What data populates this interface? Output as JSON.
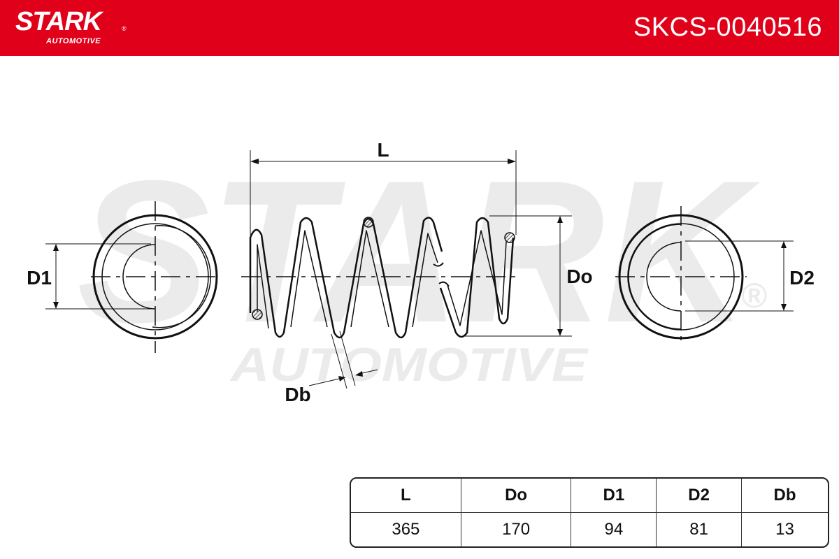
{
  "header": {
    "brand_name": "STARK",
    "brand_registered": "®",
    "brand_sub": "AUTOMOTIVE",
    "part_number": "SKCS-0040516",
    "color": "#e1001a"
  },
  "watermark": {
    "line1": "STARK",
    "line2": "AUTOMOTIVE",
    "registered": "®"
  },
  "diagram": {
    "labels": {
      "L": "L",
      "Do": "Do",
      "D1": "D1",
      "D2": "D2",
      "Db": "Db"
    }
  },
  "table": {
    "headers": [
      "L",
      "Do",
      "D1",
      "D2",
      "Db"
    ],
    "values": [
      "365",
      "170",
      "94",
      "81",
      "13"
    ]
  }
}
